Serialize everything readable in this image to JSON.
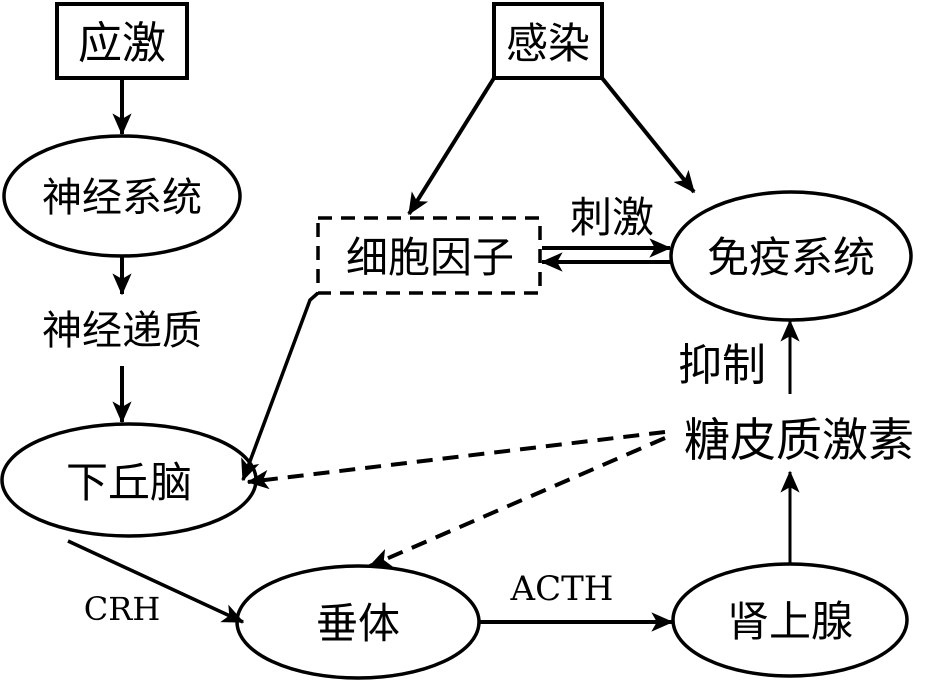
{
  "diagram": {
    "title": "",
    "colors": {
      "stroke": "#000000",
      "background": "#ffffff"
    },
    "nodes": {
      "stress": {
        "label": "应激",
        "shape": "box"
      },
      "infection": {
        "label": "感染",
        "shape": "box"
      },
      "nervous_system": {
        "label": "神经系统",
        "shape": "ellipse"
      },
      "neurotransmitter": {
        "label": "神经递质",
        "shape": "text"
      },
      "cytokines": {
        "label": "细胞因子",
        "shape": "dashed-box"
      },
      "immune_system": {
        "label": "免疫系统",
        "shape": "ellipse"
      },
      "hypothalamus": {
        "label": "下丘脑",
        "shape": "ellipse"
      },
      "pituitary": {
        "label": "垂体",
        "shape": "ellipse"
      },
      "adrenal": {
        "label": "肾上腺",
        "shape": "ellipse"
      },
      "glucocorticoid": {
        "label": "糖皮质激素",
        "shape": "text"
      }
    },
    "edge_labels": {
      "stimulate": "刺激",
      "inhibit": "抑制",
      "crh": "CRH",
      "acth": "ACTH"
    },
    "edges": [
      {
        "from": "stress",
        "to": "nervous_system",
        "style": "solid"
      },
      {
        "from": "nervous_system",
        "to": "neurotransmitter",
        "style": "solid"
      },
      {
        "from": "neurotransmitter",
        "to": "hypothalamus",
        "style": "solid"
      },
      {
        "from": "infection",
        "to": "cytokines",
        "style": "solid"
      },
      {
        "from": "infection",
        "to": "immune_system",
        "style": "solid"
      },
      {
        "from": "cytokines",
        "to": "immune_system",
        "style": "solid",
        "label": "刺激"
      },
      {
        "from": "immune_system",
        "to": "cytokines",
        "style": "solid"
      },
      {
        "from": "cytokines",
        "to": "hypothalamus",
        "style": "solid"
      },
      {
        "from": "hypothalamus",
        "to": "pituitary",
        "style": "solid",
        "label": "CRH"
      },
      {
        "from": "pituitary",
        "to": "adrenal",
        "style": "solid",
        "label": "ACTH"
      },
      {
        "from": "adrenal",
        "to": "glucocorticoid",
        "style": "solid"
      },
      {
        "from": "glucocorticoid",
        "to": "immune_system",
        "style": "solid",
        "label": "抑制"
      },
      {
        "from": "glucocorticoid",
        "to": "hypothalamus",
        "style": "dashed"
      },
      {
        "from": "glucocorticoid",
        "to": "pituitary",
        "style": "dashed"
      }
    ]
  }
}
